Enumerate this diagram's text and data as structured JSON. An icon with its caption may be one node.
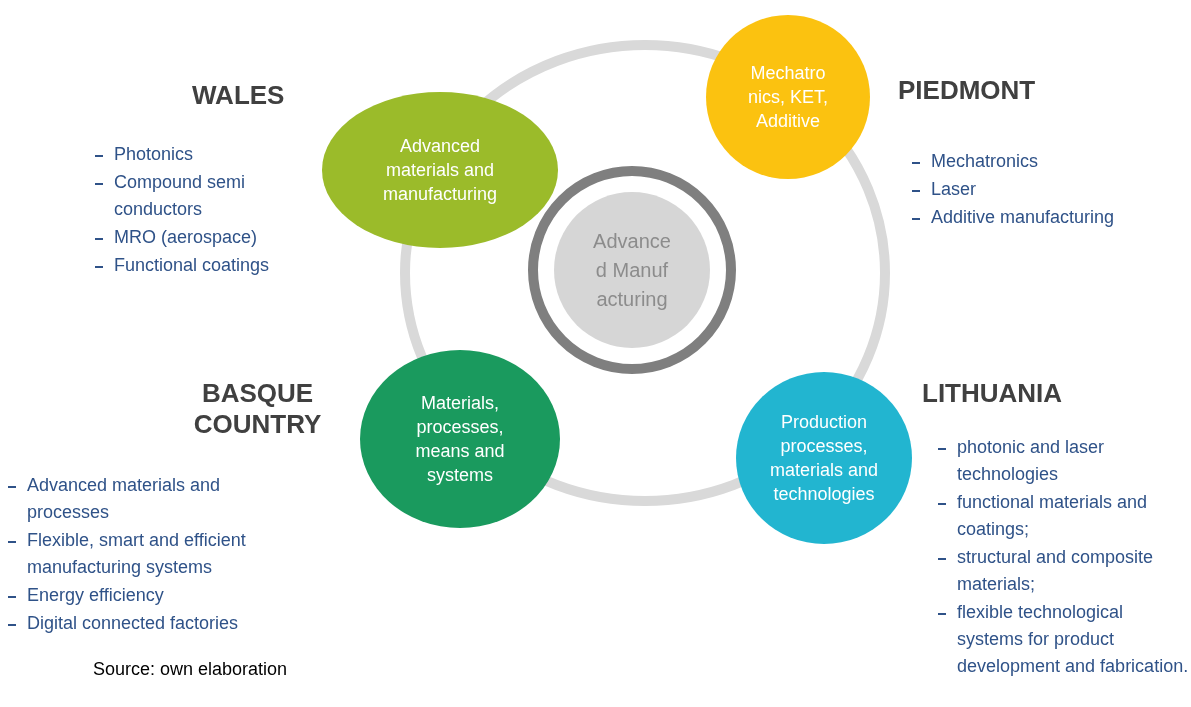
{
  "diagram": {
    "caption": "Source: own elaboration",
    "nodes": [
      {
        "text": [
          "Advanced Manufacturing"
        ]
      },
      {
        "text": [
          "Advanced materials and manufacturing"
        ],
        "beside": [
          "WALES",
          "Photonics",
          "Compound semi conductors",
          "MRO (aerospace)",
          "Functional coatings"
        ]
      },
      {
        "text": [
          "Mechatronics, KET, Additive"
        ],
        "beside": [
          "PIEDMONT",
          "Mechatronics",
          "Laser",
          "Additive manufacturing"
        ]
      },
      {
        "text": [
          "Materials, processes, means and systems"
        ],
        "beside": [
          "BASQUE COUNTRY",
          "Advanced materials and processes",
          "Flexible, smart and efficient manufacturing systems",
          "Energy efficiency",
          "Digital connected factories"
        ]
      },
      {
        "text": [
          "Production processes, materials and technologies"
        ],
        "beside": [
          "LITHUANIA",
          "photonic and laser technologies",
          "functional materials and coatings;",
          "structural and composite materials;",
          "flexible technological systems for product development and fabrication."
        ]
      }
    ]
  }
}
